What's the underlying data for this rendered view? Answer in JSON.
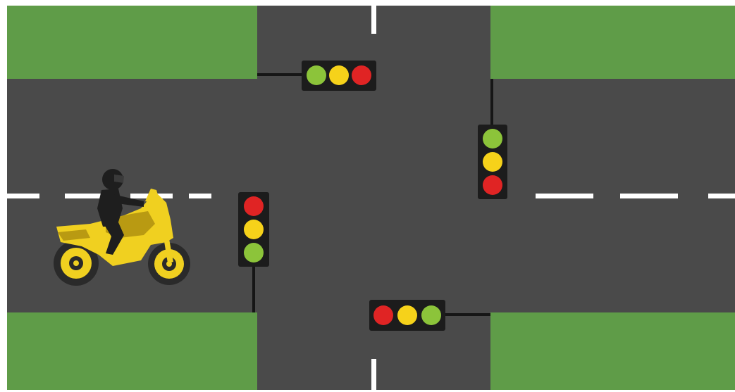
{
  "scene": {
    "type": "traffic-intersection",
    "colors": {
      "background": "#ffffff",
      "grass": "#5f9c48",
      "road": "#4a4a4a",
      "lane_marking": "#ffffff",
      "signal_housing": "#1c1c1c",
      "pole": "#161616",
      "lamp_red": "#e02424",
      "lamp_yellow": "#f6d21a",
      "lamp_green": "#8cc43a",
      "motorcycle": "#f0d020",
      "motorcycle_shadow": "#b99a12",
      "tire": "#2a2a2a",
      "rider": "#1e1e1e"
    },
    "traffic_lights": [
      {
        "name": "north-approach-signal",
        "orientation": "horizontal",
        "lamps": [
          "green",
          "yellow",
          "red"
        ]
      },
      {
        "name": "east-approach-signal",
        "orientation": "vertical",
        "lamps": [
          "green",
          "yellow",
          "red"
        ]
      },
      {
        "name": "west-approach-signal",
        "orientation": "vertical",
        "lamps": [
          "red",
          "yellow",
          "green"
        ]
      },
      {
        "name": "south-approach-signal",
        "orientation": "horizontal",
        "lamps": [
          "red",
          "yellow",
          "green"
        ]
      }
    ],
    "vehicle": {
      "kind": "motorcycle",
      "rider": true,
      "heading": "east"
    }
  }
}
